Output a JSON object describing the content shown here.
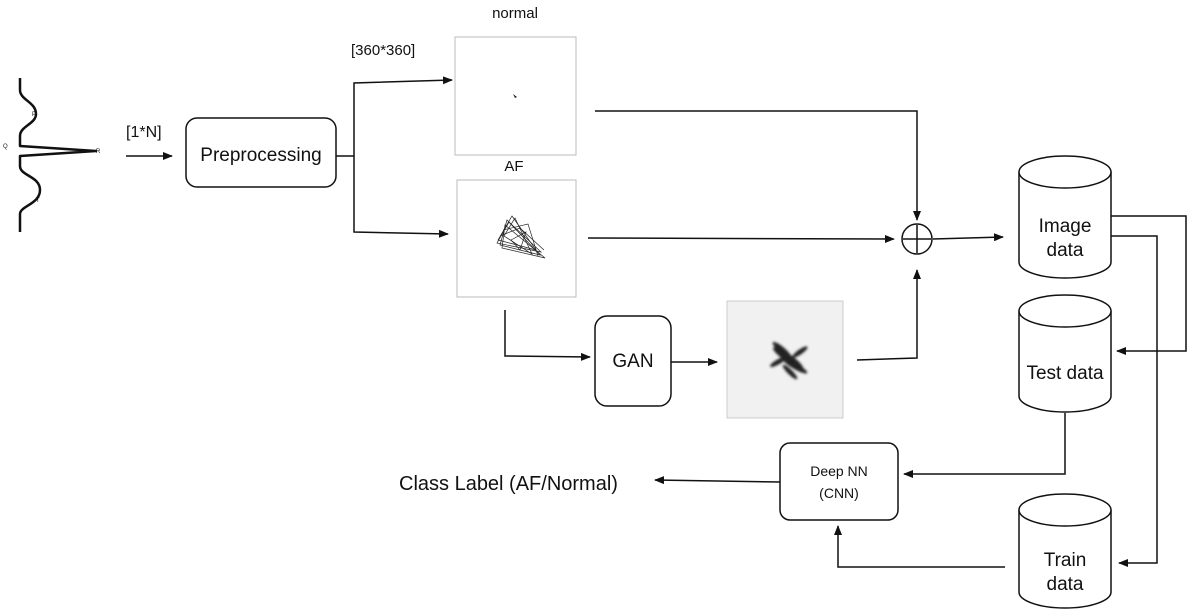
{
  "labels": {
    "input_dim": "[1*N]",
    "image_dim": "[360*360]",
    "normal": "normal",
    "af": "AF",
    "preprocessing": "Preprocessing",
    "gan": "GAN",
    "image_data_line1": "Image",
    "image_data_line2": "data",
    "test_data": "Test data",
    "train_data_line1": "Train",
    "train_data_line2": "data",
    "deep_nn_line1": "Deep NN",
    "deep_nn_line2": "(CNN)",
    "class_label": "Class Label (AF/Normal)"
  },
  "ecg_wave_labels": {
    "p": "P",
    "q": "Q",
    "r": "R",
    "t": "T"
  },
  "symbols": {
    "combine": "circled-plus"
  }
}
